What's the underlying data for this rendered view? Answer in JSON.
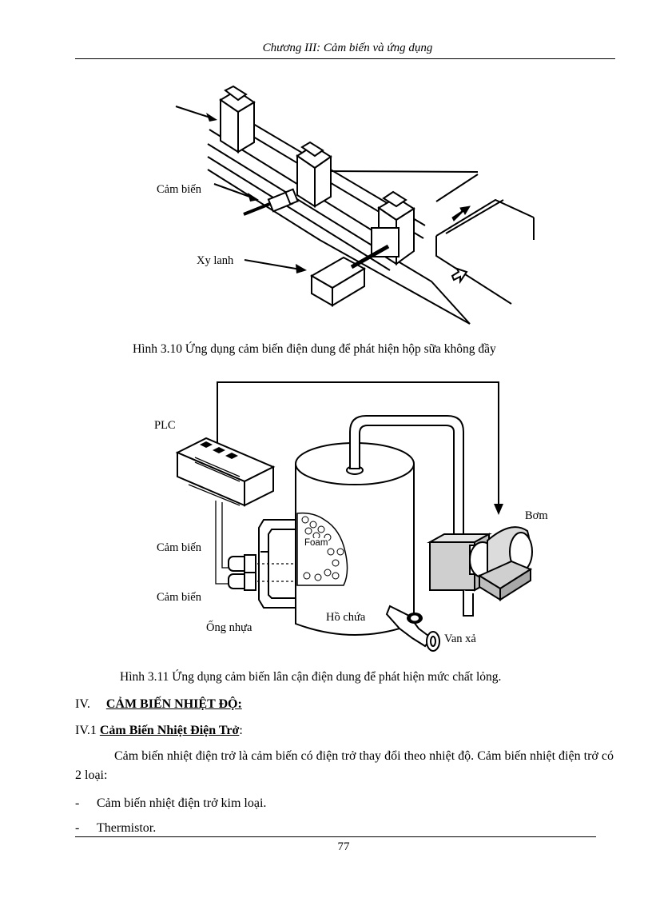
{
  "header": {
    "chapter_title": "Chương III: Cảm biến và ứng dụng"
  },
  "figure_1": {
    "labels": {
      "sensor": "Cảm biến",
      "cylinder": "Xy lanh"
    },
    "caption": "Hình 3.10 Ứng dụng cảm biến điện dung để phát hiện hộp sữa không đầy"
  },
  "figure_2": {
    "labels": {
      "plc": "PLC",
      "pump": "Bơm",
      "sensor_top": "Cảm biến",
      "sensor_bottom": "Cảm biến",
      "foam": "Foam",
      "tank": "Hồ chứa",
      "pipe": "Ống nhựa",
      "valve": "Van xả"
    },
    "caption": "Hình 3.11 Ứng dụng cảm biến lân cận điện dung để phát hiện mức chất lỏng."
  },
  "section": {
    "number": "IV.",
    "title": "CẢM BIẾN NHIỆT ĐỘ:",
    "subsection_number": "IV.1",
    "subsection_title": "Cảm Biến Nhiệt Điện Trở",
    "subsection_suffix": ":",
    "paragraph": "Cảm biến nhiệt điện trở là cảm biến có điện trở thay đổi theo nhiệt độ. Cảm biến nhiệt điện trở có 2 loại:",
    "bullets": [
      {
        "marker": "-",
        "text": "Cảm biến nhiệt điện trở kim loại."
      },
      {
        "marker": "-",
        "text": "Thermistor."
      }
    ]
  },
  "footer": {
    "page_number": "77"
  }
}
